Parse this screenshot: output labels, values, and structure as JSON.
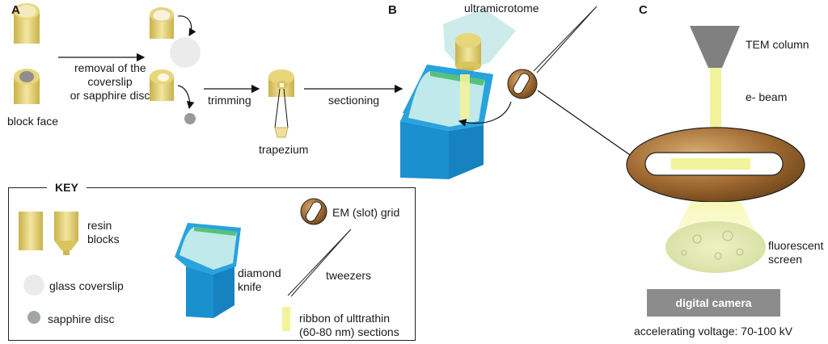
{
  "panels": {
    "a": "A",
    "b": "B",
    "c": "C"
  },
  "panel_a": {
    "removal_lines": [
      "removal of the",
      "coverslip",
      "or sapphire disc"
    ],
    "block_face": "block face",
    "trimming": "trimming",
    "sectioning": "sectioning",
    "trapezium": "trapezium"
  },
  "panel_b": {
    "ultramicrotome": "ultramicrotome"
  },
  "panel_c": {
    "tem_column": "TEM column",
    "e_beam": "e- beam",
    "fluorescent_lines": [
      "fluorescent",
      "screen"
    ],
    "digital_camera": "digital camera",
    "voltage": "accelerating voltage: 70-100 kV"
  },
  "key": {
    "title": "KEY",
    "resin_lines": [
      "resin",
      "blocks"
    ],
    "glass_coverslip": "glass coverslip",
    "sapphire_disc": "sapphire disc",
    "diamond_lines": [
      "diamond",
      "knife"
    ],
    "em_grid": "EM (slot) grid",
    "tweezers": "tweezers",
    "ribbon_lines": [
      "ribbon of ulttrathin",
      "(60-80 nm) sections"
    ]
  },
  "colors": {
    "resin": "#e8d77a",
    "knife_blue": "#1f9ad6",
    "grid_brown": "#8a5a2b",
    "beam": "#f2f39a",
    "column": "#808080"
  }
}
